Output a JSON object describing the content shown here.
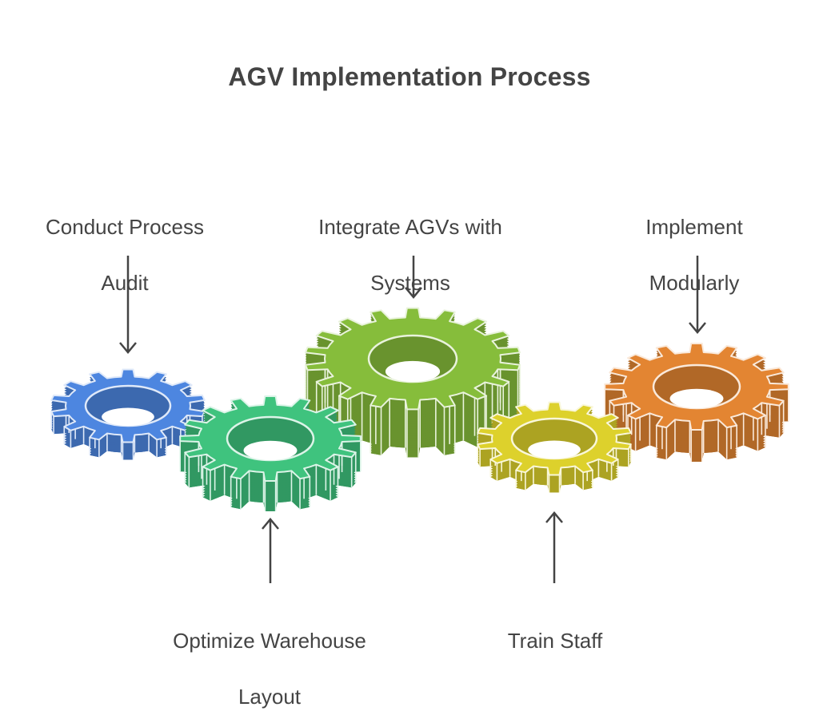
{
  "title": "AGV Implementation Process",
  "steps": [
    {
      "label": "Conduct Process Audit",
      "line1": "Conduct Process",
      "line2": "Audit",
      "color": "#4d86e0",
      "label_position": "top"
    },
    {
      "label": "Optimize Warehouse Layout",
      "line1": "Optimize Warehouse",
      "line2": "Layout",
      "color": "#3fc37e",
      "label_position": "bottom"
    },
    {
      "label": "Integrate AGVs with Systems",
      "line1": "Integrate AGVs with",
      "line2": "Systems",
      "color": "#86bd3b",
      "label_position": "top"
    },
    {
      "label": "Train Staff",
      "line1": "Train Staff",
      "line2": "",
      "color": "#ddd12c",
      "label_position": "bottom"
    },
    {
      "label": "Implement Modularly",
      "line1": "Implement",
      "line2": "Modularly",
      "color": "#e38532",
      "label_position": "top"
    }
  ],
  "icons": {
    "gear": "gear-icon",
    "arrow_down": "arrow-down-icon",
    "arrow_up": "arrow-up-icon"
  }
}
